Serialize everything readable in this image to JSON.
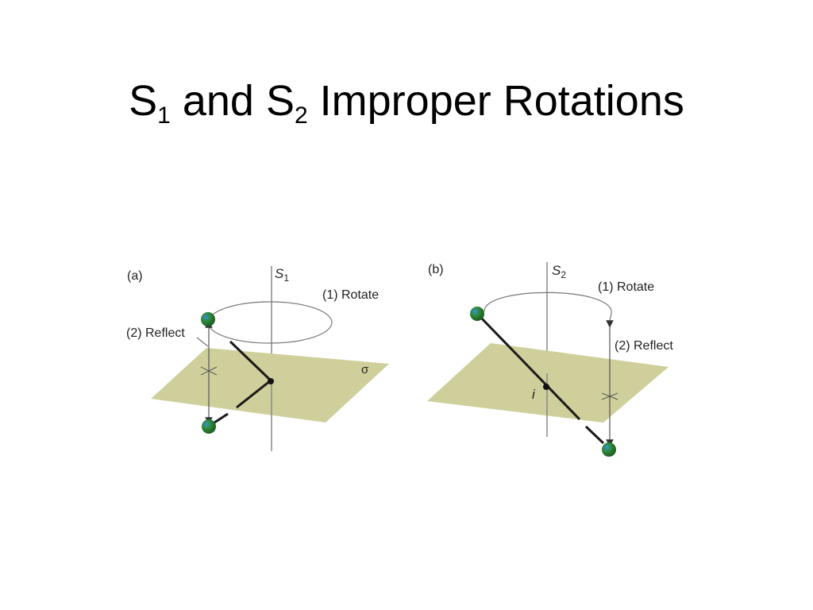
{
  "title": {
    "part1": "S",
    "sub1": "1",
    "part2": " and S",
    "sub2": "2",
    "part3": " Improper Rotations"
  },
  "panel_a": {
    "tag": "(a)",
    "axis_label": "S",
    "axis_sub": "1",
    "step1": "(1) Rotate",
    "step2": "(2) Reflect",
    "plane_label": "σ"
  },
  "panel_b": {
    "tag": "(b)",
    "axis_label": "S",
    "axis_sub": "2",
    "step1": "(1) Rotate",
    "step2": "(2) Reflect",
    "center_label": "i"
  },
  "colors": {
    "plane": "#cfcf9b",
    "atom_body": "#2e8b3a",
    "atom_highlight": "#2a78d6",
    "bond": "#1a1a1a",
    "axis": "#888888"
  }
}
